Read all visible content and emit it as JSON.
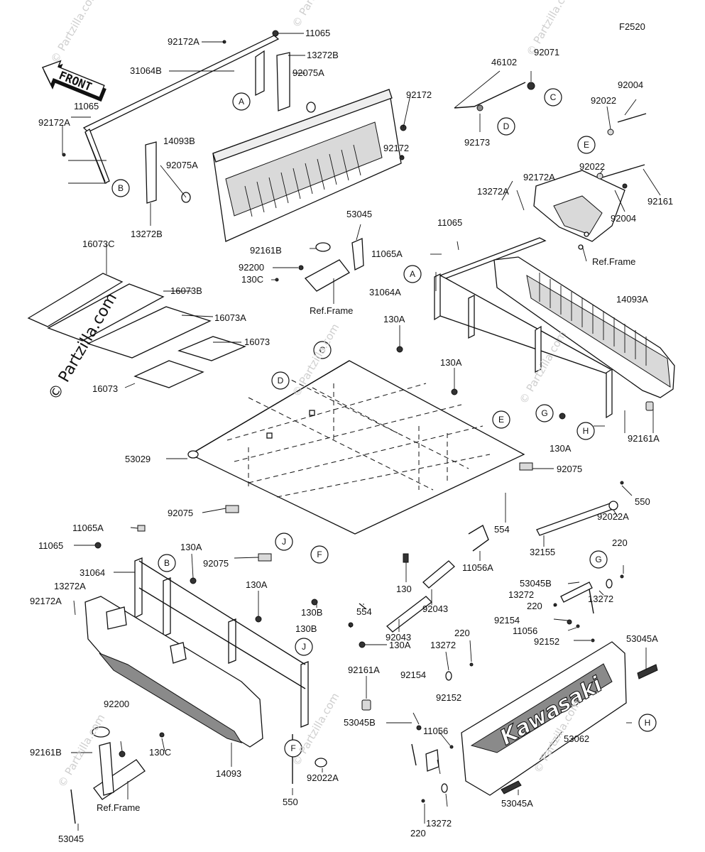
{
  "figure_code": "F2520",
  "front_label": "FRONT",
  "brand_text": "Kawasaki",
  "watermark": "© Partzilla.com",
  "ref_frame_label": "Ref.Frame",
  "callouts": [
    "A",
    "B",
    "C",
    "D",
    "E",
    "F",
    "G",
    "H",
    "J"
  ],
  "part_numbers": [
    "11065",
    "92172A",
    "13272B",
    "92075A",
    "31064B",
    "14093B",
    "92172",
    "46102",
    "92071",
    "92173",
    "92004",
    "92022",
    "92161",
    "13272A",
    "92161B",
    "92200",
    "130C",
    "53045",
    "16073C",
    "16073B",
    "16073A",
    "16073",
    "11065A",
    "31064A",
    "130A",
    "14093A",
    "92161A",
    "53029",
    "92075",
    "550",
    "92022A",
    "554",
    "32155",
    "11056A",
    "130",
    "130B",
    "92043",
    "31064",
    "14093",
    "53045B",
    "13272",
    "220",
    "92154",
    "11056",
    "92152",
    "53045A",
    "53062"
  ]
}
